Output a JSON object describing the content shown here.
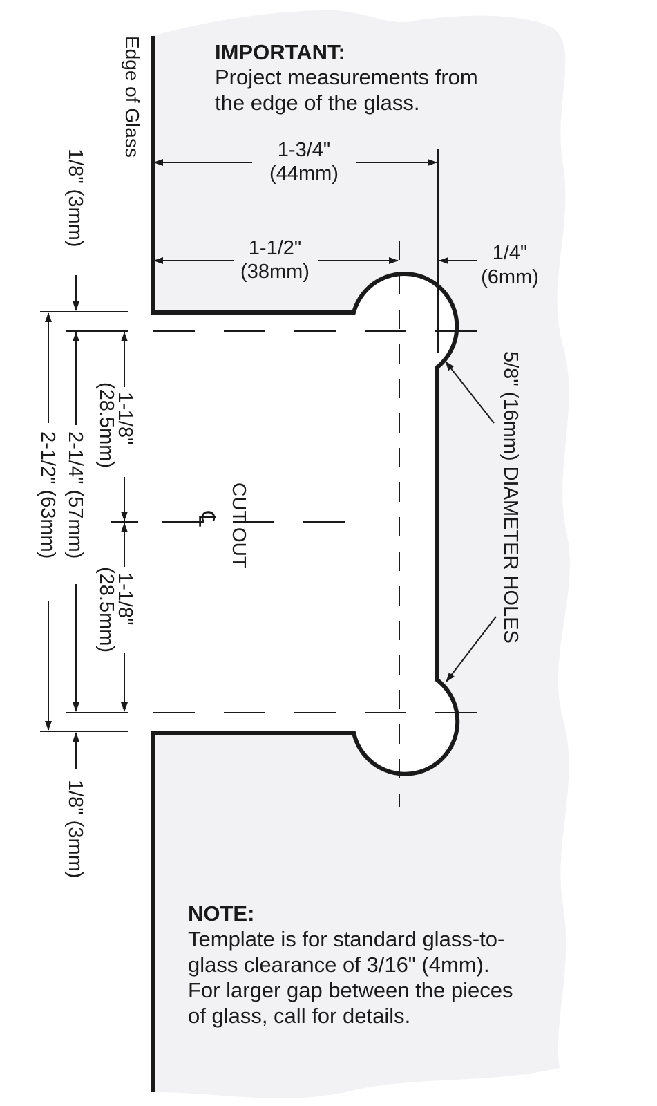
{
  "colors": {
    "glass_fill": "#f2f2f4",
    "line": "#1a1a1a",
    "background": "#ffffff"
  },
  "labels": {
    "edge_of_glass": "Edge of Glass",
    "important_title": "IMPORTANT:",
    "important_line1": "Project measurements from",
    "important_line2": "the edge of the glass.",
    "dim_top_in": "1-3/4\"",
    "dim_top_mm": "(44mm)",
    "dim_mid_in": "1-1/2\"",
    "dim_mid_mm": "(38mm)",
    "dim_right_in": "1/4\"",
    "dim_right_mm": "(6mm)",
    "dim_eighth_top": "1/8\" (3mm)",
    "dim_eighth_bottom": "1/8\" (3mm)",
    "dim_total": "2-1/2\" (63mm)",
    "dim_center_span": "2-1/4\" (57mm)",
    "dim_half_upper_in": "1-1/8\"",
    "dim_half_upper_mm": "(28.5mm)",
    "dim_half_lower_in": "1-1/8\"",
    "dim_half_lower_mm": "(28.5mm)",
    "cutout": "CUT OUT",
    "centerline": "℄",
    "holes": "5/8\" (16mm) DIAMETER HOLES",
    "note_title": "NOTE:",
    "note_line1": "Template is for standard glass-to-",
    "note_line2": "glass clearance of 3/16\" (4mm).",
    "note_line3": "For larger gap between the pieces",
    "note_line4": "of glass, call for details."
  }
}
